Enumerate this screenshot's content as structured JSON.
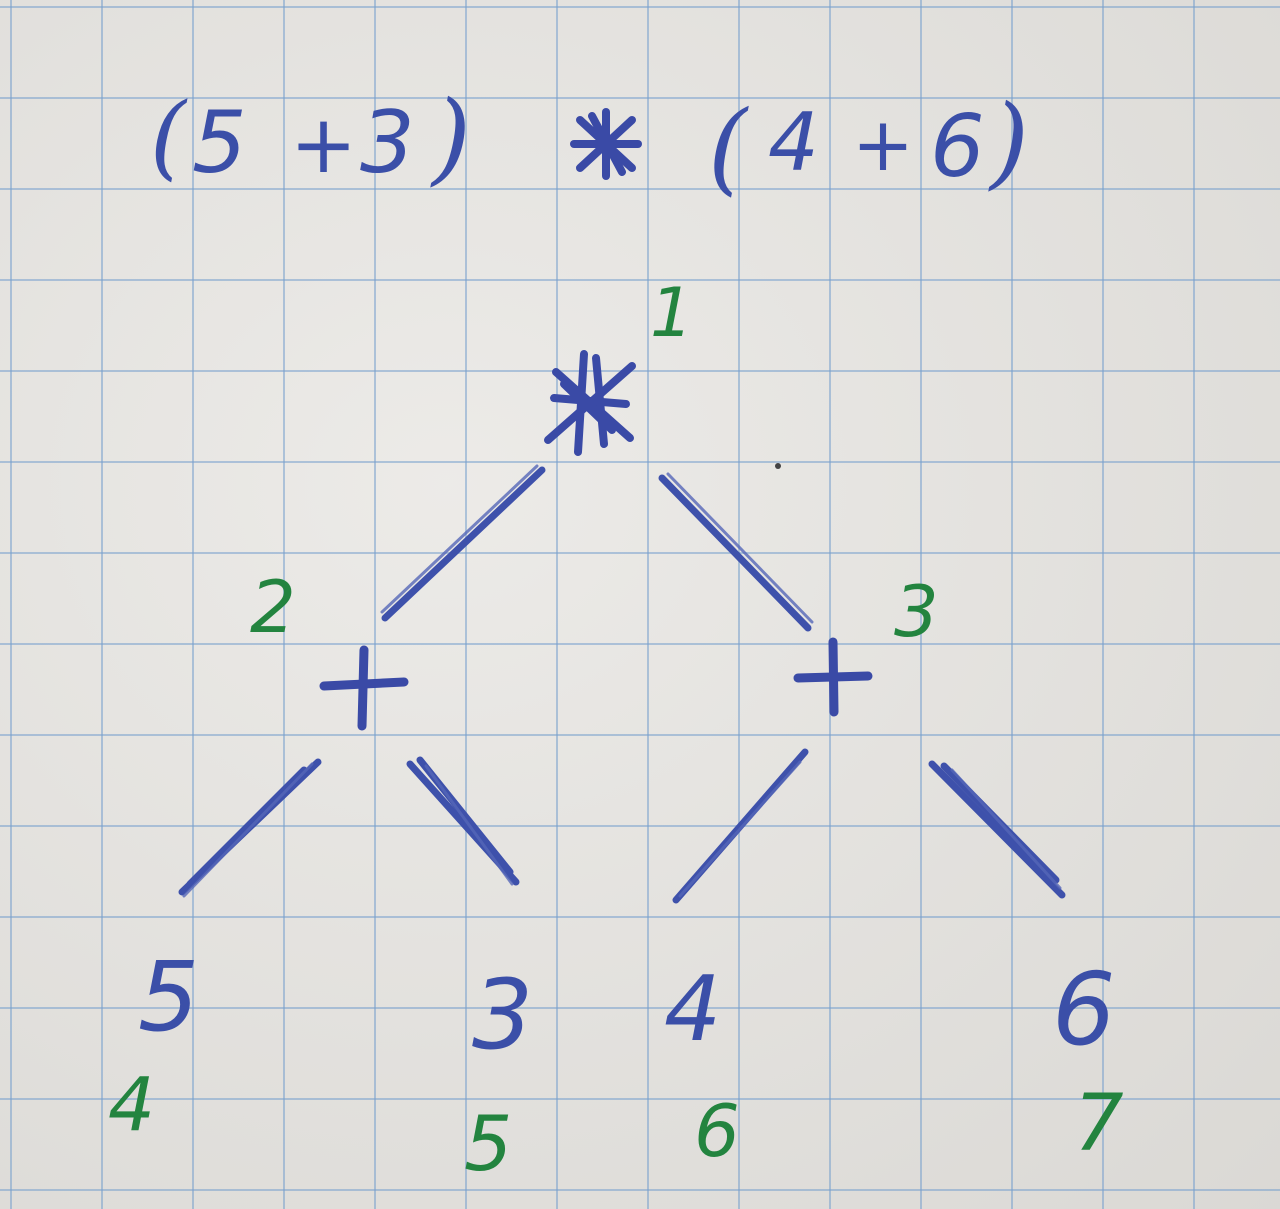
{
  "expression": {
    "open_paren_left": "(",
    "left_operand_a": "5",
    "left_op": "+",
    "left_operand_b": "3",
    "close_paren_left": ")",
    "main_op": "*",
    "open_paren_right": "(",
    "right_operand_a": "4",
    "right_op": "+",
    "right_operand_b": "6",
    "close_paren_right": ")"
  },
  "tree": {
    "root": {
      "symbol": "*",
      "order": "1"
    },
    "left_node": {
      "symbol": "+",
      "order": "2"
    },
    "right_node": {
      "symbol": "+",
      "order": "3"
    },
    "leaves": [
      {
        "value": "5",
        "order": "4"
      },
      {
        "value": "3",
        "order": "5"
      },
      {
        "value": "4",
        "order": "6"
      },
      {
        "value": "6",
        "order": "7"
      }
    ]
  },
  "colors": {
    "ink_blue": "#3b4fa8",
    "ink_green": "#23843f",
    "grid_blue": "#78a0cd",
    "paper": "#e6e4e0"
  }
}
